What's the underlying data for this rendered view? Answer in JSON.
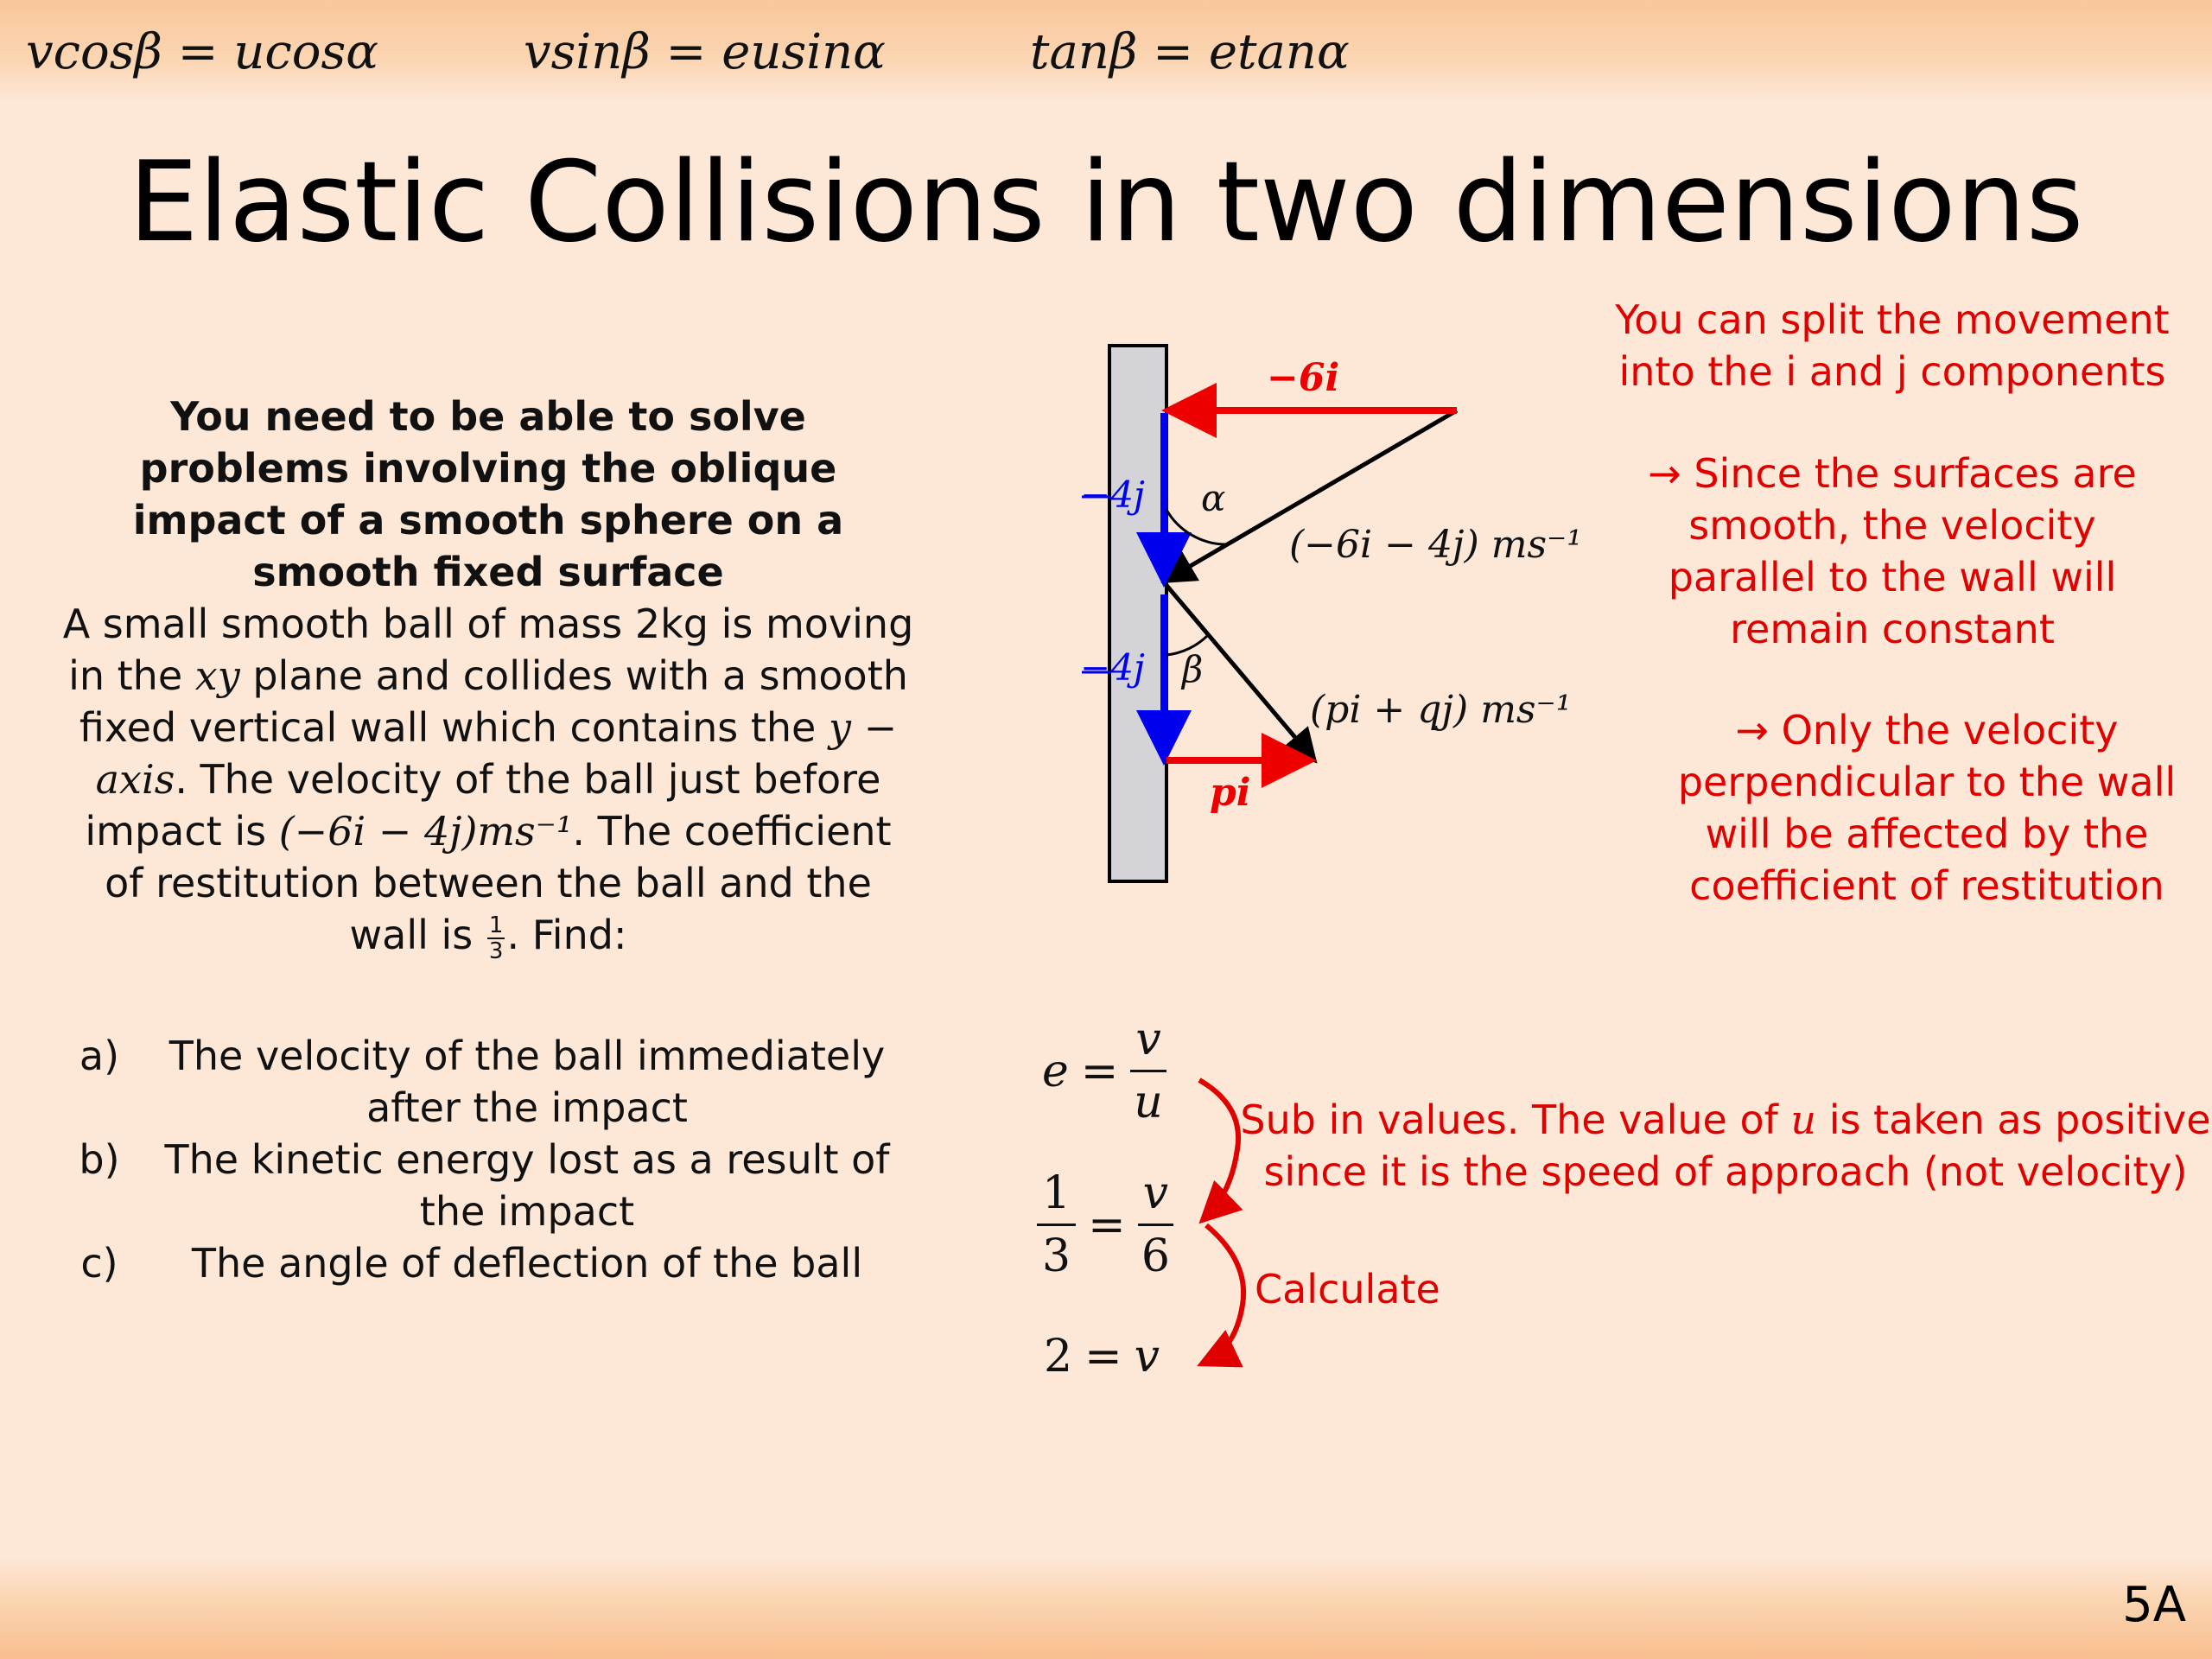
{
  "formulas": [
    "vcosβ = ucosα",
    "vsinβ = eusinα",
    "tanβ = etanα"
  ],
  "title": "Elastic Collisions in two dimensions",
  "intro": "You need to be able to solve problems involving the oblique impact of a smooth sphere on a smooth fixed surface",
  "problem": {
    "text1": "A small smooth ball of mass 2kg is moving in the",
    "xy": "xy",
    "text2": "plane and collides with a smooth fixed vertical wall which contains the",
    "yaxis": "y − axis",
    "text3": ". The velocity of the ball just before impact is",
    "vel": "(−6i − 4j)ms⁻¹",
    "text4": ". The coefficient of restitution between the ball and the wall is",
    "frac_num": "1",
    "frac_den": "3",
    "text5": ". Find:"
  },
  "parts": [
    {
      "label": "a)",
      "text": "The velocity of the ball immediately after the impact"
    },
    {
      "label": "b)",
      "text": "The kinetic energy lost as a result of the impact"
    },
    {
      "label": "c)",
      "text": "The angle of deflection of the ball"
    }
  ],
  "diagram": {
    "label_top_i": "−6i",
    "label_top_j": "−4j",
    "label_bottom_j": "−4j",
    "label_alpha": "α",
    "label_beta": "β",
    "label_p_i": "pi",
    "label_in_velocity": "(−6i − 4j) ms⁻¹",
    "label_out_velocity": "(pi + qj) ms⁻¹"
  },
  "notes": {
    "note1": "You can split the movement into the i and j components",
    "note2": "→  Since the surfaces are smooth, the velocity parallel to the wall will remain constant",
    "note3": "→  Only the velocity perpendicular to the wall will be affected by the coefficient of restitution",
    "note4_a": "Sub in values. The value of",
    "note4_u": "u",
    "note4_b": "is taken as positive since it is the speed of approach (not velocity)",
    "note5": "Calculate"
  },
  "steps": {
    "s1_left": "e",
    "s1_eq": "=",
    "s1_num": "v",
    "s1_den": "u",
    "s2_num_l": "1",
    "s2_den_l": "3",
    "s2_eq": "=",
    "s2_num_r": "v",
    "s2_den_r": "6",
    "s3_left": "2",
    "s3_eq": "=",
    "s3_right": "v"
  },
  "colors": {
    "background": "#fde8d8",
    "band": "#f9c79a",
    "annotation_red": "#e00000",
    "vector_blue": "#0000ee",
    "vector_red": "#ee0000",
    "wall": "#d4d4d8"
  },
  "page_number": "5A"
}
